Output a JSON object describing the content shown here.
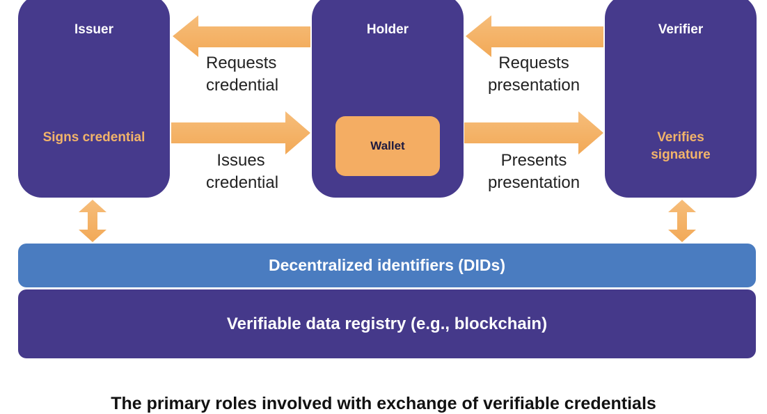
{
  "roles": {
    "issuer": {
      "title": "Issuer",
      "action": "Signs credential"
    },
    "holder": {
      "title": "Holder",
      "wallet": "Wallet"
    },
    "verifier": {
      "title": "Verifier",
      "action": "Verifies signature"
    }
  },
  "flows": {
    "requests_credential": "Requests credential",
    "issues_credential": "Issues credential",
    "requests_presentation": "Requests presentation",
    "presents_presentation": "Presents presentation"
  },
  "layers": {
    "dids": "Decentralized identifiers (DIDs)",
    "registry": "Verifiable data registry (e.g., blockchain)"
  },
  "caption": "The primary roles involved with exchange of verifiable credentials",
  "colors": {
    "role": "#463a8c",
    "arrow": "#f4ad63",
    "did": "#4a7cc0",
    "registry": "#45398a"
  }
}
